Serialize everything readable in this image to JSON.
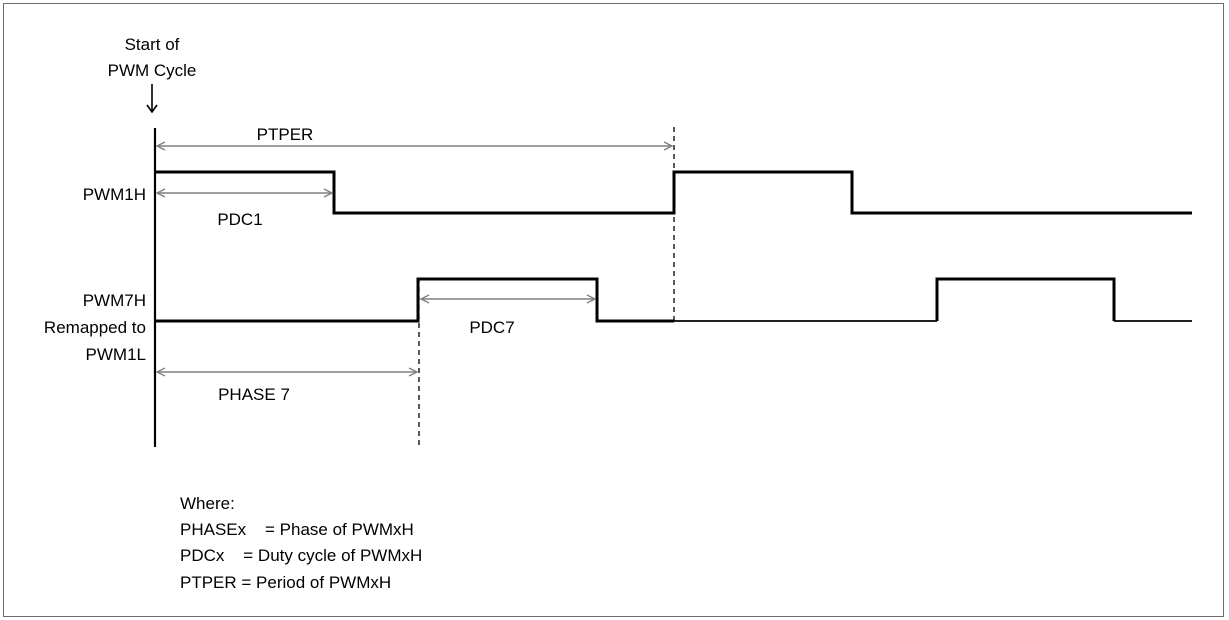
{
  "labels": {
    "start_line1": "Start of",
    "start_line2": "PWM Cycle",
    "pwm1h": "PWM1H",
    "pwm7h_line1": "PWM7H",
    "pwm7h_line2": "Remapped to",
    "pwm7h_line3": "PWM1L",
    "ptper": "PTPER",
    "pdc1": "PDC1",
    "pdc7": "PDC7",
    "phase7": "PHASE 7"
  },
  "legend": {
    "heading": "Where:",
    "line1": "PHASEx    = Phase of PWMxH",
    "line2": "PDCx    = Duty cycle of PWMxH",
    "line3": "PTPER = Period of PWMxH"
  },
  "colors": {
    "waveform": "#000000",
    "dimension": "#808080",
    "border": "#6b6b6b"
  }
}
